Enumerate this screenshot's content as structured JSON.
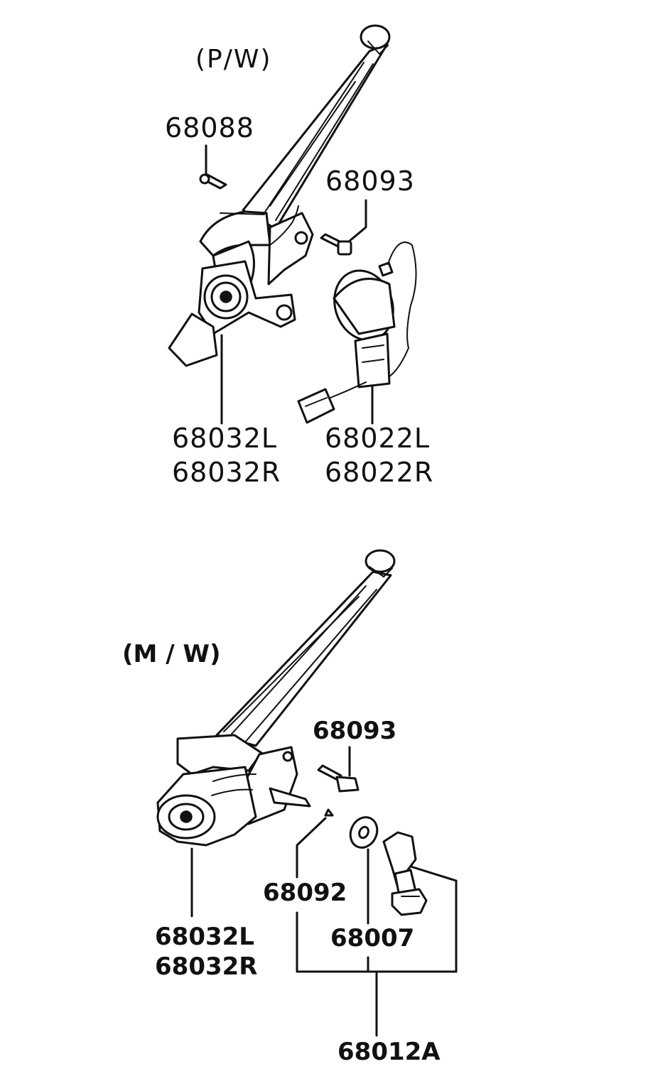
{
  "sections": {
    "power_window": {
      "title": "(P/W)",
      "labels": {
        "screw": "68088",
        "bolt": "68093",
        "regulator_l": "68032L",
        "regulator_r": "68032R",
        "motor_l": "68022L",
        "motor_r": "68022R"
      }
    },
    "manual_window": {
      "title": "(M / W)",
      "labels": {
        "bolt": "68093",
        "clip": "68092",
        "washer": "68007",
        "regulator_l": "68032L",
        "regulator_r": "68032R",
        "handle_kit": "68012A"
      }
    }
  }
}
